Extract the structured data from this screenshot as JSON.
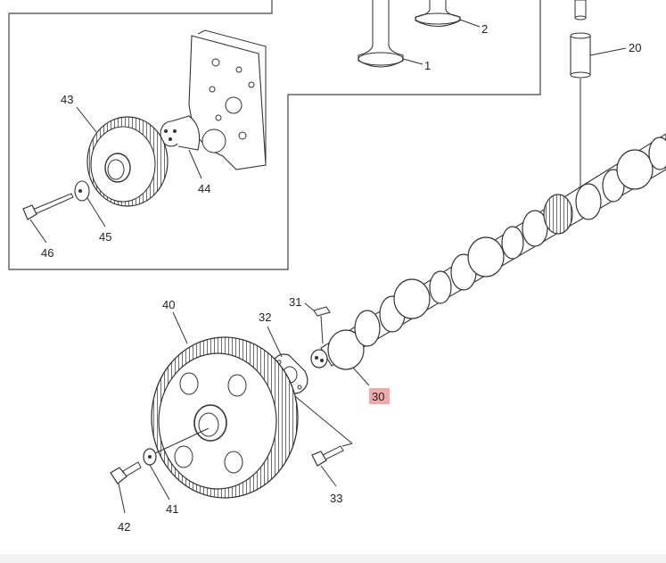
{
  "callouts": {
    "c1": "1",
    "c2": "2",
    "c20": "20",
    "c43": "43",
    "c44": "44",
    "c45": "45",
    "c46": "46",
    "c40": "40",
    "c31": "31",
    "c32": "32",
    "c30": "30",
    "c41": "41",
    "c42": "42",
    "c33": "33"
  },
  "highlight": {
    "label": "30",
    "color": "#f2a9a9"
  }
}
